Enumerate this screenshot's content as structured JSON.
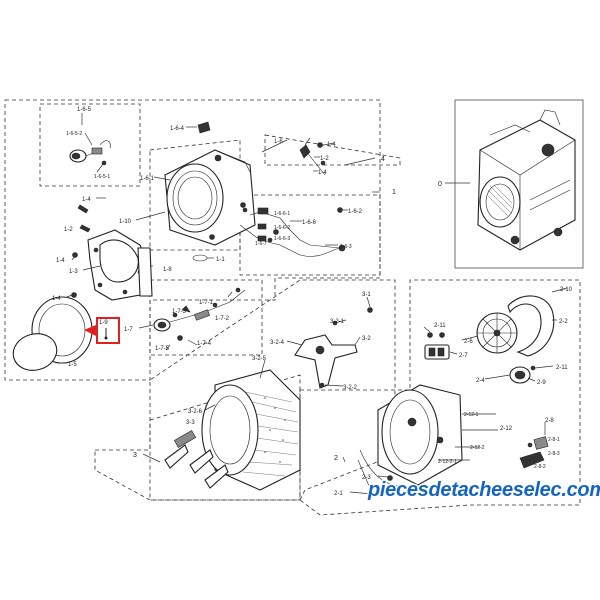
{
  "callouts": {
    "c0": "0",
    "c1": "1",
    "c1_2": "1-2",
    "c1_3": "1-3",
    "c1_4": "1-4",
    "c1_4b": "1-4",
    "c1_4c": "1-4",
    "c1_5": "1-5",
    "c1_6": "1-6",
    "c1_6_1": "1-6-1",
    "c1_6_2": "1-6-2",
    "c1_6_3": "1-6-3",
    "c1_6_4": "1-6-4",
    "c1_6_5": "1-6-5",
    "c1_6_5_1": "1-6-5-1",
    "c1_6_5_2": "1-6-5-2",
    "c1_6_6": "1-6-6",
    "c1_6_6_1": "1-6-6-1",
    "c1_6_6_2": "1-6-6-2",
    "c1_6_6_3": "1-6-6-3",
    "c1_6_7": "1-6-7",
    "c1_7": "1-7",
    "c1_7_1": "1-7-1",
    "c1_7_2": "1-7-2",
    "c1_7_3": "1-7-3",
    "c1_7_4": "1-7-4",
    "c1_7_5": "1-7-5",
    "c1_8": "1-8",
    "c1_9": "1-9",
    "c1_10": "1-10",
    "c1_1": "1-1",
    "c1_2b": "1-2",
    "c2": "2",
    "c2_1": "2-1",
    "c2_2": "2-2",
    "c2_3": "2-3",
    "c2_4": "2-4",
    "c2_6": "2-6",
    "c2_7": "2-7",
    "c2_8": "2-8",
    "c2_8_1": "2-8-1",
    "c2_8_2": "2-8-2",
    "c2_8_3": "2-8-3",
    "c2_9": "2-9",
    "c2_10": "2-10",
    "c2_11": "2-11",
    "c2_11b": "2-11",
    "c2_12": "2-12",
    "c2_12_1": "2-12-1",
    "c2_12_2": "2-12-2",
    "c2_12_2_1": "2-12-2-1",
    "c3": "3",
    "c3_1": "3-1",
    "c3_2": "3-2",
    "c3_2_1": "3-2-1",
    "c3_2_2": "3-2-2",
    "c3_2_4": "3-2-4",
    "c3_2_5": "3-2-5",
    "c3_2_6": "3-2-6",
    "c3_3": "3-3",
    "c4": "4"
  },
  "watermark": "piecesdetacheeselec.com",
  "highlight": {
    "color": "#e02020"
  },
  "colors": {
    "line": "#333333",
    "watermark": "#1565c0"
  }
}
